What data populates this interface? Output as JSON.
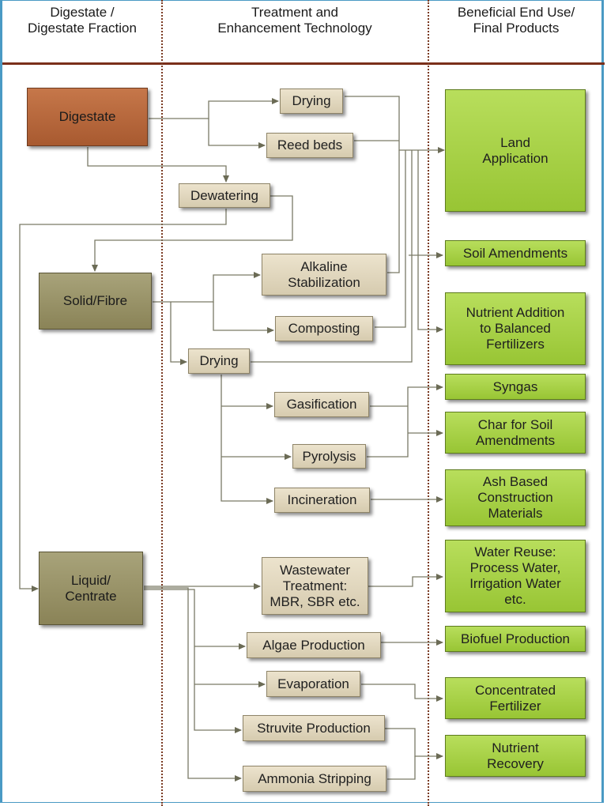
{
  "headers": {
    "col1": "Digestate /\nDigestate Fraction",
    "col2": "Treatment and\nEnhancement  Technology",
    "col3": "Beneficial End Use/\nFinal Products"
  },
  "sources": {
    "digestate": "Digestate",
    "solid": "Solid/Fibre",
    "liquid": "Liquid/\nCentrate"
  },
  "technologies": {
    "drying1": "Drying",
    "reed_beds": "Reed beds",
    "dewatering": "Dewatering",
    "alkaline": "Alkaline\nStabilization",
    "composting": "Composting",
    "drying2": "Drying",
    "gasification": "Gasification",
    "pyrolysis": "Pyrolysis",
    "incineration": "Incineration",
    "wastewater": "Wastewater\nTreatment:\nMBR, SBR etc.",
    "algae": "Algae Production",
    "evaporation": "Evaporation",
    "struvite": "Struvite Production",
    "ammonia": "Ammonia Stripping"
  },
  "products": {
    "land": "Land\nApplication",
    "soil": "Soil Amendments",
    "nutrient": "Nutrient Addition\nto Balanced\nFertilizers",
    "syngas": "Syngas",
    "char": "Char for Soil\nAmendments",
    "ash": "Ash Based\nConstruction\nMaterials",
    "water": "Water Reuse:\nProcess Water,\nIrrigation Water\netc.",
    "biofuel": "Biofuel  Production",
    "conc_fert": "Concentrated\nFertilizer",
    "nutrient_rec": "Nutrient\nRecovery"
  },
  "colors": {
    "digestate_box": "#b4663c",
    "fraction_box": "#968f62",
    "technology_box": "#e2d8bf",
    "product_box": "#a8d146",
    "connector": "#6b6b55",
    "header_rule": "#7a2f1a",
    "frame": "#4a9ac4"
  }
}
